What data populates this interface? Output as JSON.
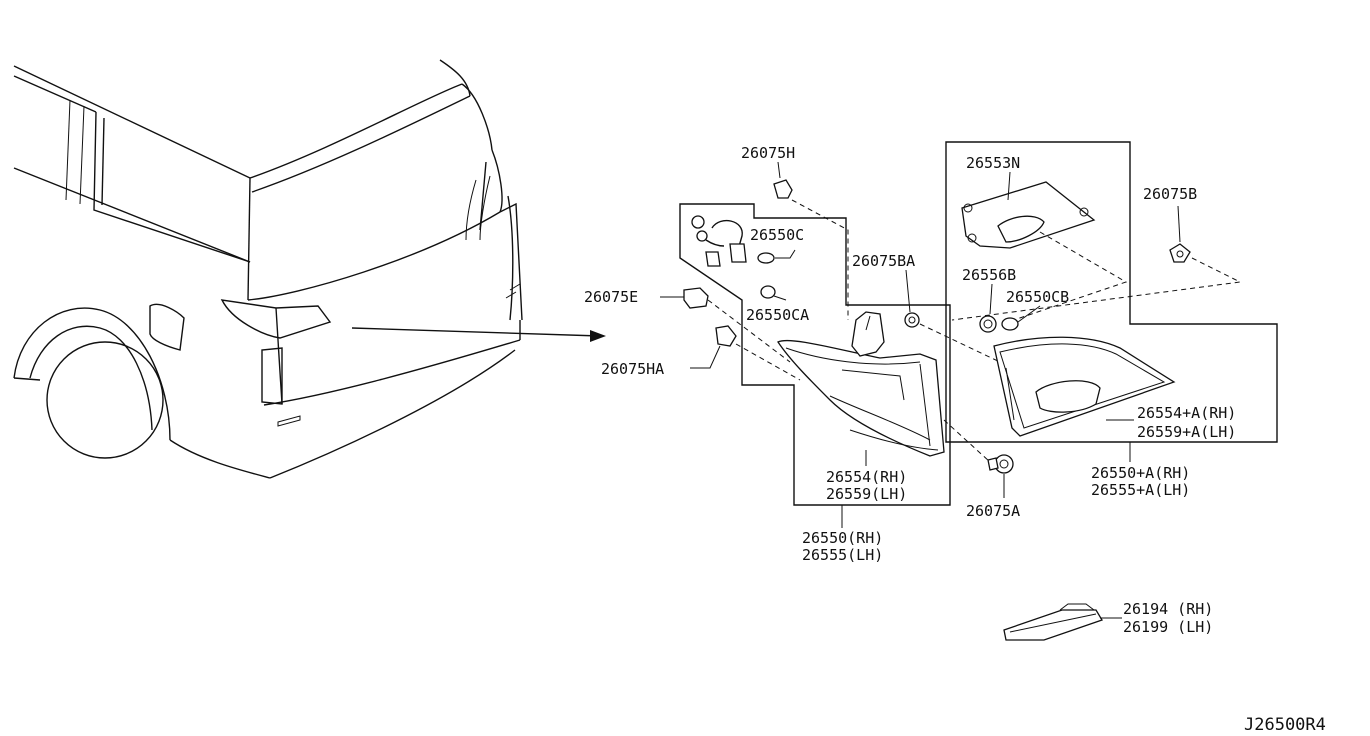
{
  "labels": {
    "p26075H": "26075H",
    "p26550C": "26550C",
    "p26075E": "26075E",
    "p26550CA": "26550CA",
    "p26075HA": "26075HA",
    "p26075BA": "26075BA",
    "p26553N": "26553N",
    "p26556B": "26556B",
    "p26550CB": "26550CB",
    "p26075B": "26075B",
    "p26554_rh": "26554(RH)",
    "p26559_lh": "26559(LH)",
    "p26550_rh": "26550(RH)",
    "p26555_lh": "26555(LH)",
    "p26075A": "26075A",
    "p26554A_rh": "26554+A(RH)",
    "p26559A_lh": "26559+A(LH)",
    "p26550A_rh": "26550+A(RH)",
    "p26555A_lh": "26555+A(LH)",
    "p26194_rh": "26194 (RH)",
    "p26199_lh": "26199 (LH)",
    "drawing_id": "J26500R4"
  }
}
